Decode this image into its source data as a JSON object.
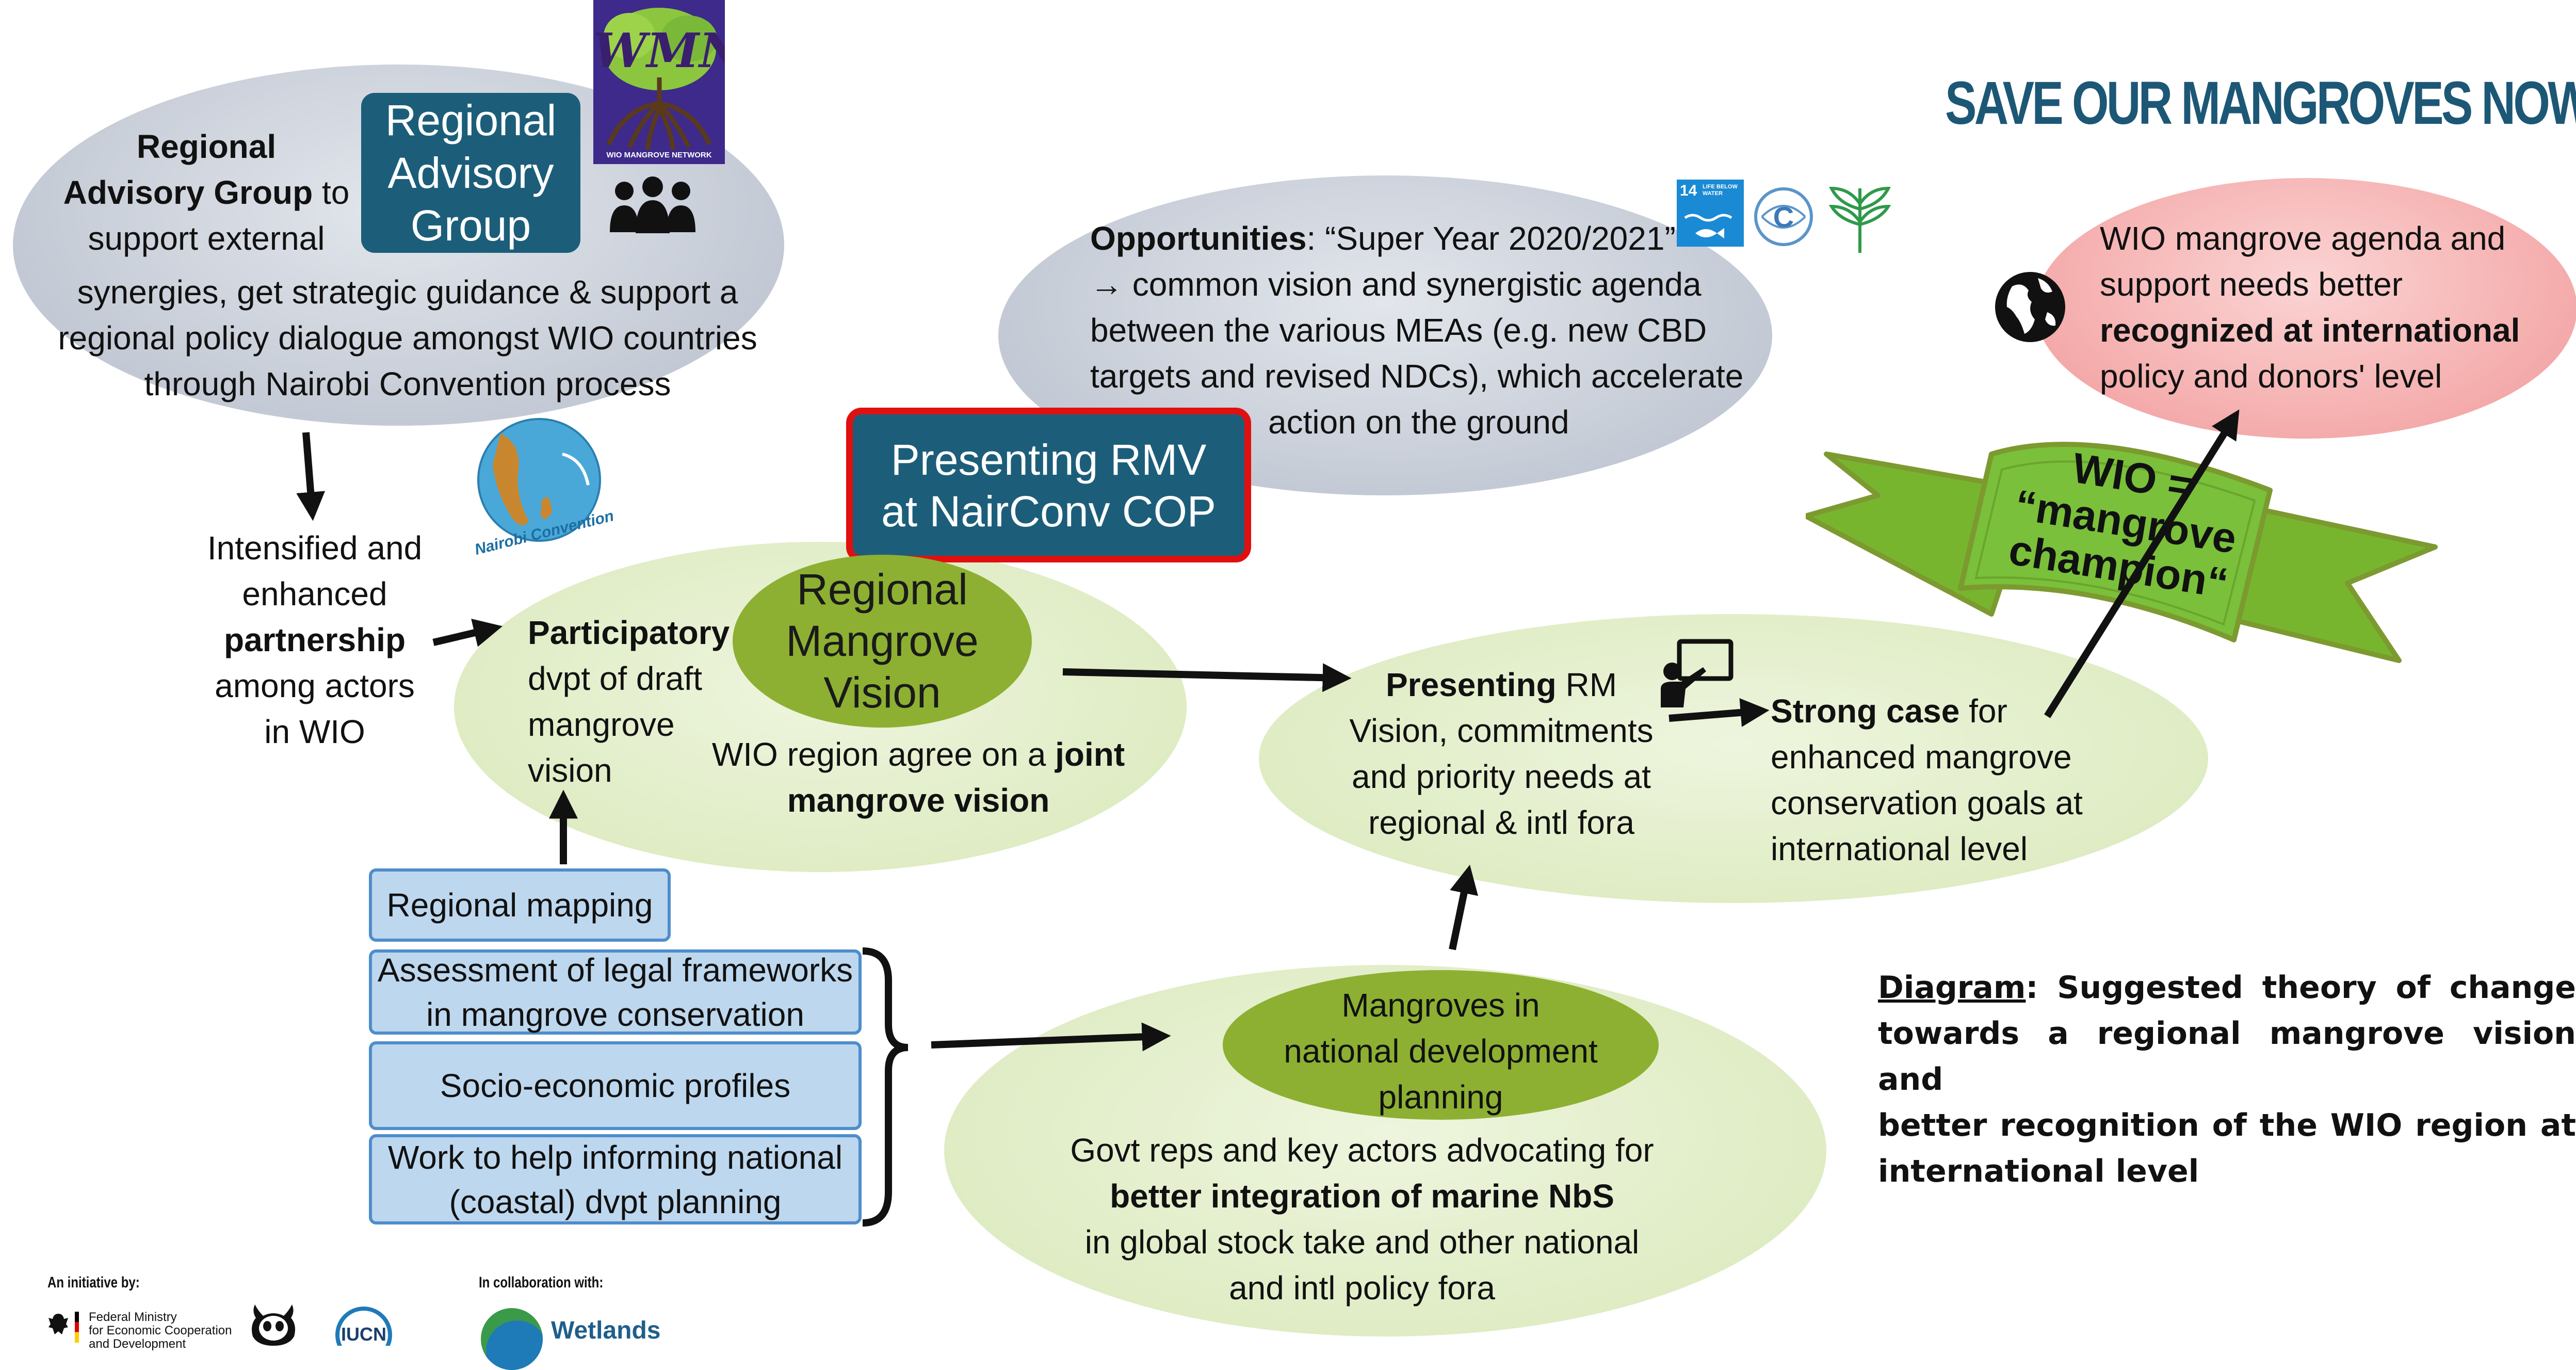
{
  "headline": "SAVE OUR MANGROVES NOW!",
  "wmn_logo": {
    "text": "WMN",
    "subtext": "WIO MANGROVE NETWORK"
  },
  "rag": {
    "badge_lines": [
      "Regional",
      "Advisory",
      "Group"
    ],
    "desc_bold_1": "Regional",
    "desc_bold_2": "Advisory Group",
    "desc_1": " to",
    "desc_2": "support external",
    "desc_3": "synergies, get strategic guidance & support a",
    "desc_4": "regional policy dialogue amongst WIO countries",
    "desc_5": "through Nairobi Convention process"
  },
  "nairobi_logo": {
    "text": "Nairobi Convention"
  },
  "partnership": {
    "line1": "Intensified and",
    "line2": "enhanced",
    "line3_bold": "partnership",
    "line4": "among actors",
    "line5": "in WIO"
  },
  "opportunities": {
    "bold": "Opportunities",
    "line1": ": “Super Year 2020/2021”",
    "arrow": "→",
    "line2": " common vision and synergistic agenda",
    "line3": "between the various MEAs (e.g. new CBD",
    "line4": "targets and revised NDCs), which accelerate",
    "line5": "action on the ground"
  },
  "sdg_icon": {
    "number": "14",
    "label": "LIFE BELOW WATER"
  },
  "presenting_rmv": {
    "line1": "Presenting RMV",
    "line2": "at NairConv COP"
  },
  "participatory": {
    "bold": "Participatory",
    "line2": "dvpt of draft",
    "line3": "mangrove",
    "line4": "vision"
  },
  "rmv_badge": {
    "line1": "Regional",
    "line2": "Mangrove",
    "line3": "Vision"
  },
  "joint": {
    "line1": "WIO region agree on a ",
    "bold1": "joint",
    "bold2": "mangrove vision"
  },
  "presenting_rm": {
    "bold": "Presenting",
    "line1": " RM",
    "line2": "Vision, commitments",
    "line3": "and priority needs at",
    "line4": "regional & intl fora"
  },
  "strong_case": {
    "bold": "Strong case",
    "line1": " for",
    "line2": "enhanced mangrove",
    "line3": "conservation goals at",
    "line4": "international level"
  },
  "recognized": {
    "line1": "WIO mangrove agenda and",
    "line2": "support needs better",
    "line3_bold": "recognized at international",
    "line4": "policy and donors' level"
  },
  "ribbon": {
    "line1": "WIO =",
    "line2": "“mangrove",
    "line3": "champion“"
  },
  "boxes": {
    "regional_mapping": "Regional mapping",
    "legal_1": "Assessment of legal frameworks",
    "legal_2": "in mangrove conservation",
    "socio": "Socio-economic profiles",
    "work_1": "Work to help informing national",
    "work_2": "(coastal) dvpt planning"
  },
  "national": {
    "badge_1": "Mangroves in",
    "badge_2": "national development",
    "badge_3": "planning",
    "line1": "Govt reps and key actors advocating for",
    "line2_bold": "better integration of marine NbS",
    "line3": "in global stock take and other national",
    "line4": "and intl policy fora"
  },
  "caption": {
    "label": "Diagram",
    "line1": ": Suggested theory of change",
    "line2": "towards a regional mangrove vision and",
    "line3": "better recognition of the WIO region at",
    "line4": "international level"
  },
  "footer": {
    "initiative": "An initiative by:",
    "bmz_1": "Federal Ministry",
    "bmz_2": "for Economic Cooperation",
    "bmz_3": "and Development",
    "iucn": "IUCN",
    "collab": "In collaboration with:",
    "wetlands": "Wetlands"
  },
  "colors": {
    "grey_ellipse": "#c8ced8",
    "green_ellipse": "#e3eecb",
    "green_badge": "#8db032",
    "teal_badge": "#1c5e7a",
    "pink_ellipse": "#f4a8a8",
    "ribbon_green": "#78b52e",
    "headline_blue": "#1d5776",
    "red_border": "#e01010"
  }
}
